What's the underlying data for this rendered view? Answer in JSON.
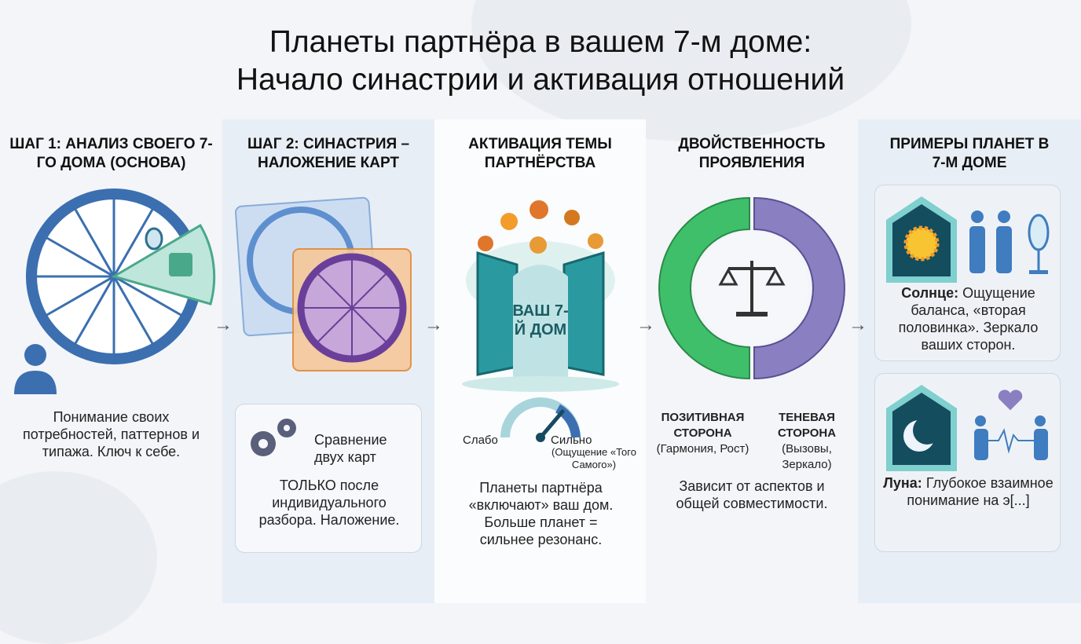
{
  "title": {
    "line1": "Планеты партнёра в вашем 7-м доме:",
    "line2": "Начало синастрии и активация отношений"
  },
  "steps": [
    {
      "heading": "ШАГ 1: АНАЛИЗ СВОЕГО 7-ГО ДОМА (ОСНОВА)",
      "text": "Понимание своих потребностей, паттернов и типажа. Ключ к себе."
    },
    {
      "heading": "ШАГ 2: СИНАСТРИЯ – НАЛОЖЕНИЕ КАРТ",
      "bubble_title": "Сравнение двух карт",
      "text": "ТОЛЬКО после индивидуального разбора. Наложение."
    },
    {
      "heading": "АКТИВАЦИЯ ТЕМЫ ПАРТНЁРСТВА",
      "door_label": "ВАШ 7-Й ДОМ",
      "gauge": {
        "low": "Слабо",
        "high": "Сильно",
        "high_note": "(Ощущение «Того Самого»)",
        "value": 0.72
      },
      "text": "Планеты партнёра «включают» ваш дом. Больше планет = сильнее резонанс."
    },
    {
      "heading": "ДВОЙСТВЕННОСТЬ ПРОЯВЛЕНИЯ",
      "positive": {
        "title": "ПОЗИТИВНАЯ СТОРОНА",
        "note": "(Гармония, Рост)"
      },
      "shadow": {
        "title": "ТЕНЕВАЯ СТОРОНА",
        "note": "(Вызовы, Зеркало)"
      },
      "text": "Зависит от аспектов и общей совместимости."
    },
    {
      "heading": "ПРИМЕРЫ ПЛАНЕТ В 7-М ДОМЕ",
      "examples": [
        {
          "name": "Солнце:",
          "text": "Ощущение баланса, «вторая половинка». Зеркало ваших сторон."
        },
        {
          "name": "Луна:",
          "text": "Глубокое взаимное понимание на э[...]"
        }
      ]
    }
  ],
  "arrow": "→"
}
